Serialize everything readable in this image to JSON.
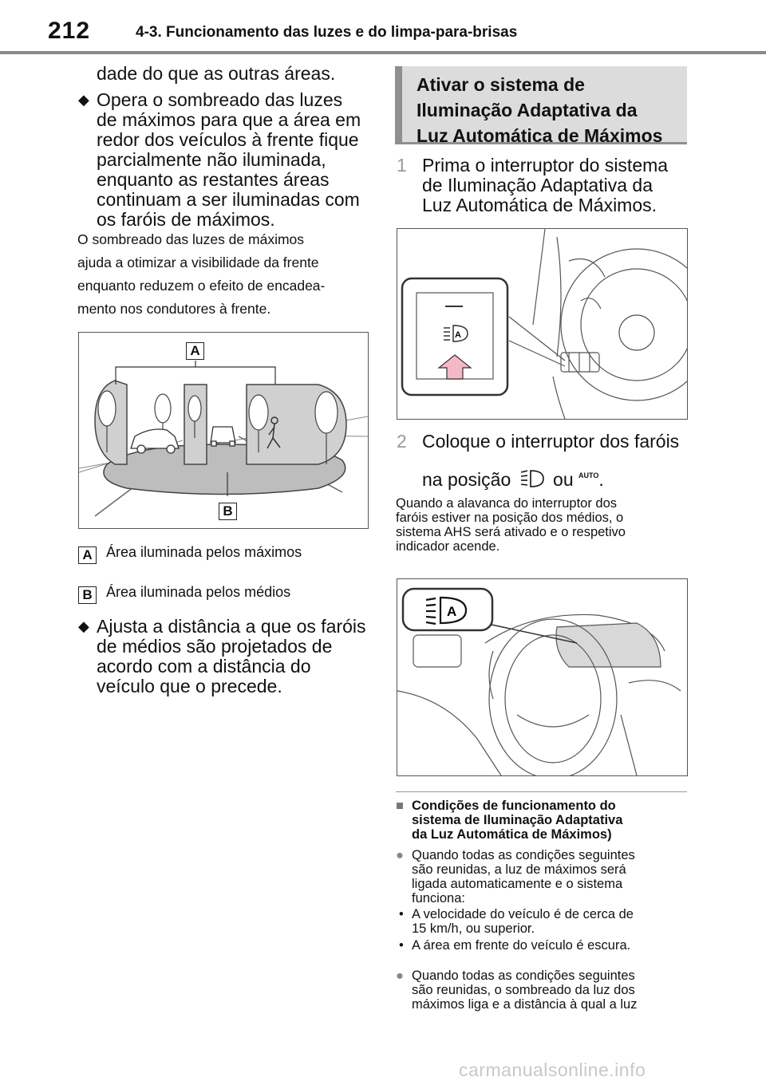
{
  "header": {
    "page_number": "212",
    "section": "4-3. Funcionamento das luzes e do limpa-para-brisas"
  },
  "left": {
    "cont_line": "dade do que as outras áreas.",
    "bullet1": [
      "Opera o sombreado das luzes",
      "de máximos para que a área em",
      "redor dos veículos à frente fique",
      "parcialmente não iluminada,",
      "enquanto as restantes áreas",
      "continuam a ser iluminadas com",
      "os faróis de máximos."
    ],
    "note": [
      "O sombreado das luzes de máximos",
      "ajuda a otimizar a visibilidade da frente",
      "enquanto reduzem o efeito de encadea-",
      "mento nos condutores à frente."
    ],
    "figure_labels": {
      "a": "A",
      "b": "B"
    },
    "legend": [
      {
        "key": "A",
        "text": "Área iluminada pelos máximos"
      },
      {
        "key": "B",
        "text": "Área iluminada pelos médios"
      }
    ],
    "bullet2": [
      "Ajusta a distância a que os faróis",
      "de médios são projetados de",
      "acordo com a distância do",
      "veículo que o precede."
    ]
  },
  "right": {
    "section_title": [
      "Ativar o sistema de",
      "Iluminação Adaptativa da",
      "Luz Automática de Máximos"
    ],
    "step1": {
      "num": "1",
      "lines": [
        "Prima o interruptor do sistema",
        "de Iluminação Adaptativa da",
        "Luz Automática de Máximos."
      ]
    },
    "step2": {
      "num": "2",
      "line1": "Coloque o interruptor dos faróis",
      "line2_pre": "na posição",
      "line2_mid": "ou",
      "auto_symbol": "AUTO",
      "line2_end": "."
    },
    "step2_note": [
      "Quando a alavanca do interruptor dos",
      "faróis estiver na posição dos médios, o",
      "sistema AHS será ativado e o respetivo",
      "indicador acende."
    ],
    "conditions_title": [
      "Condições de funcionamento do",
      "sistema de Iluminação Adaptativa",
      "da Luz Automática de Máximos)"
    ],
    "cond1": [
      "Quando todas as condições seguintes",
      "são reunidas, a luz de máximos será",
      "ligada automaticamente e o sistema",
      "funciona:"
    ],
    "cond1_items": [
      [
        "A velocidade do veículo é de cerca de",
        "15 km/h, ou superior."
      ],
      [
        "A área em frente do veículo é escura."
      ]
    ],
    "cond2": [
      "Quando todas as condições seguintes",
      "são reunidas, o sombreado da luz dos",
      "máximos liga e a distância à qual a luz"
    ],
    "square_symbol": "■",
    "round_symbol": "●",
    "item_symbol": "•"
  },
  "footer": {
    "watermark": "carmanualsonline.info"
  }
}
